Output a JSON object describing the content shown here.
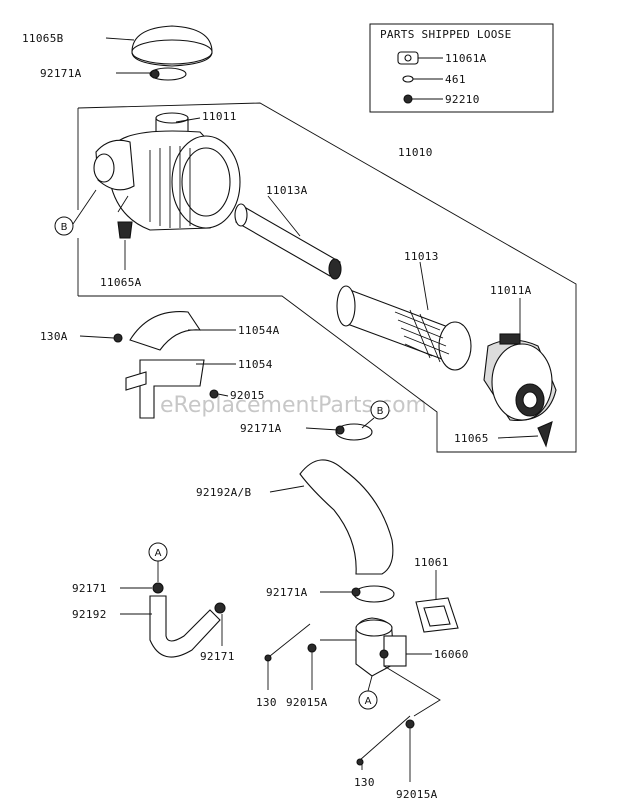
{
  "parts_box": {
    "title": "PARTS SHIPPED LOOSE",
    "items": [
      "11061A",
      "461",
      "92210"
    ]
  },
  "labels": {
    "p11065B": "11065B",
    "p92171A_top": "92171A",
    "p11011": "11011",
    "p11010": "11010",
    "p11013A": "11013A",
    "p11065A": "11065A",
    "p11013": "11013",
    "p11011A": "11011A",
    "p130A": "130A",
    "p11054A": "11054A",
    "p11054": "11054",
    "p92015": "92015",
    "p92171A_mid": "92171A",
    "p11065": "11065",
    "p92192AB": "92192A/B",
    "p11061": "11061",
    "p92171_a": "92171",
    "p92192": "92192",
    "p92171_b": "92171",
    "p92171A_low": "92171A",
    "p16060": "16060",
    "p130_a": "130",
    "p92015A_a": "92015A",
    "p130_b": "130",
    "p92015A_b": "92015A"
  },
  "callouts": {
    "b_left": "B",
    "b_mid": "B",
    "a_left": "A",
    "a_bottom": "A"
  },
  "watermark": "eReplacementParts.com"
}
